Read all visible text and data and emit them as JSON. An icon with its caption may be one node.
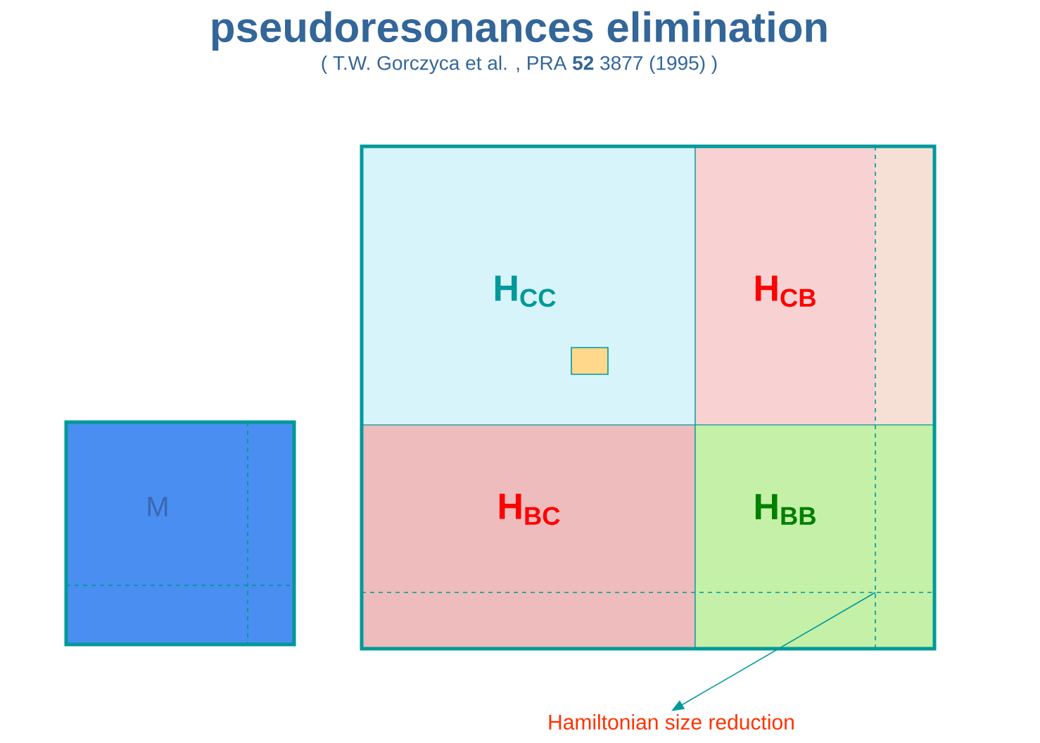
{
  "diagram": {
    "title": "pseudoresonances elimination",
    "nodes": [
      {
        "text": [
          "M"
        ]
      },
      {
        "text": [],
        "shape": "box"
      },
      {
        "text": [
          "H$_{CC}$"
        ],
        "in": 1
      },
      {
        "text": [
          "H$_{CB}$"
        ],
        "in": 1
      },
      {
        "text": [
          "H$_{BC}$"
        ],
        "in": 1
      },
      {
        "text": [
          "H$_{BB}$"
        ],
        "in": 1
      },
      {
        "text": [],
        "shape": "box",
        "in": 2
      },
      {
        "text": [
          "Hamiltonian size reduction"
        ]
      }
    ],
    "edges": [
      {
        "from": 5,
        "to": 7,
        "arrow": "to"
      }
    ],
    "labels": [
      "( T.W. Gorczyca et al. , PRA **52** 3877 (1995) )"
    ]
  }
}
